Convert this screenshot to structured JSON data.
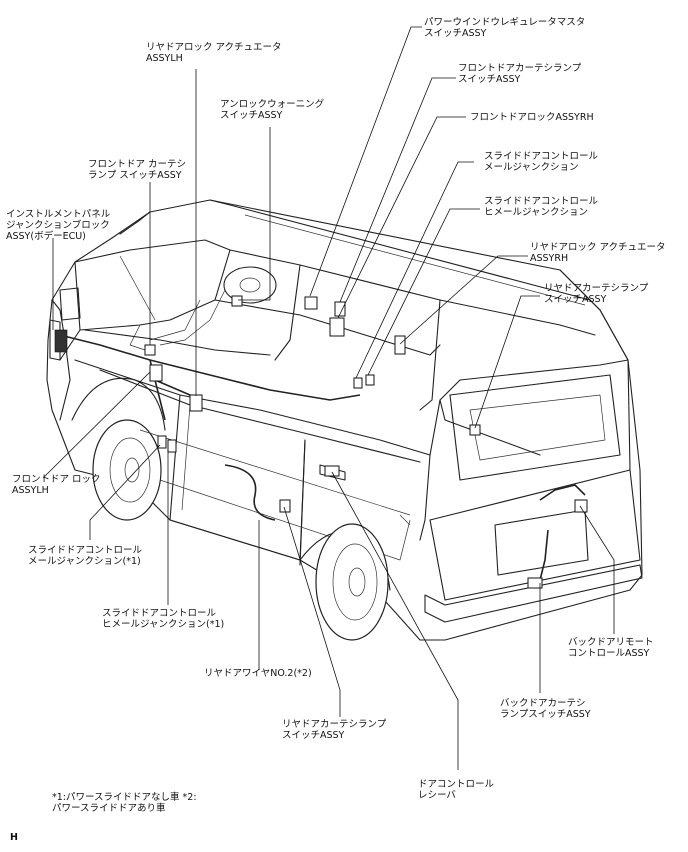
{
  "labels": {
    "power_window_master": [
      "パワーウインドウレギュレータマスタ",
      "スイッチASSY"
    ],
    "rear_lock_actuator_lh": [
      "リヤドアロック アクチュエータ",
      "ASSYLH"
    ],
    "front_courtesy_sw": [
      "フロントドアカーテシランプ",
      "スイッチASSY"
    ],
    "front_lock_rh": [
      "フロントドアロックASSYRH"
    ],
    "unlock_warning_sw": [
      "アンロックウォーニング",
      "スイッチASSY"
    ],
    "slide_male_junction": [
      "スライドドアコントロール",
      "メールジャンクション"
    ],
    "front_door_courtesy_left": [
      "フロントドア カーテシ",
      "ランプ スイッチASSY"
    ],
    "slide_female_junction": [
      "スライドドアコントロール",
      "ヒメールジャンクション"
    ],
    "instrument_panel_junction": [
      "インストルメントパネル",
      "ジャンクションブロック",
      "ASSY(ボデーECU)"
    ],
    "rear_lock_actuator_rh": [
      "リヤドアロック アクチュエータ",
      "ASSYRH"
    ],
    "rear_courtesy_sw_top": [
      "リヤドアカーテシランプ",
      "スイッチASSY"
    ],
    "front_lock_lh": [
      "フロントドア ロック",
      "ASSYLH"
    ],
    "slide_male_junction_1": [
      "スライドドアコントロール",
      "メールジャンクション(*1)"
    ],
    "slide_female_junction_1": [
      "スライドドアコントロール",
      "ヒメールジャンクション(*1)"
    ],
    "back_door_remote": [
      "バックドアリモート",
      "コントロールASSY"
    ],
    "rear_door_wire": [
      "リヤドアワイヤNO.2(*2)"
    ],
    "back_door_courtesy_sw": [
      "バックドアカーテシ",
      "ランプスイッチASSY"
    ],
    "rear_courtesy_sw_bottom": [
      "リヤドアカーテシランプ",
      "スイッチASSY"
    ],
    "door_control_receiver": [
      "ドアコントロール",
      "レシーバ"
    ]
  },
  "footnote": [
    "*1:パワースライドドアなし車 *2:",
    "パワースライドドアあり車"
  ],
  "corner_mark": "H"
}
